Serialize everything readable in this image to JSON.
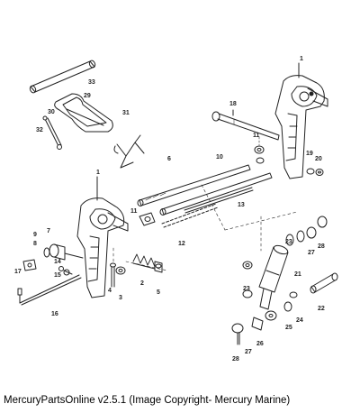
{
  "diagram": {
    "callouts": [
      "1",
      "2",
      "3",
      "4",
      "5",
      "6",
      "7",
      "8",
      "9",
      "10",
      "11",
      "12",
      "13",
      "14",
      "15",
      "16",
      "17",
      "18",
      "19",
      "20",
      "21",
      "22",
      "23",
      "24",
      "25",
      "26",
      "27",
      "28",
      "29",
      "30",
      "31",
      "32",
      "33"
    ]
  },
  "footer": {
    "caption": "MercuryPartsOnline v2.5.1 (Image Copyright- Mercury Marine)"
  }
}
